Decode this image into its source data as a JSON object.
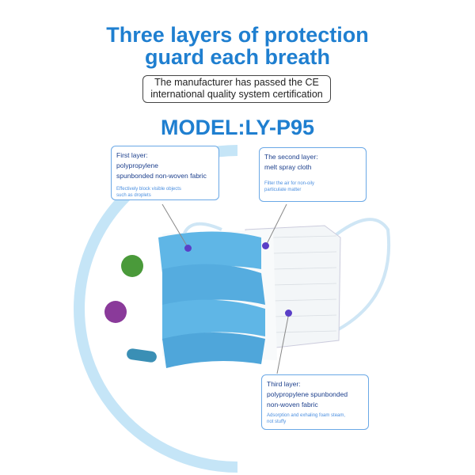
{
  "title": {
    "line1": "Three layers of protection",
    "line2": "guard each breath"
  },
  "certification": {
    "line1": "The manufacturer has passed the CE",
    "line2": "international quality system certification"
  },
  "model": "MODEL:LY-P95",
  "layers": [
    {
      "heading": "First layer:",
      "line1": "polypropylene",
      "line2": "spunbonded non-woven fabric",
      "note1": "Effectively block visible objects",
      "note2": "such as droplets"
    },
    {
      "heading": "The second layer:",
      "line1": "melt spray cloth",
      "note1": "Filter the air for non-oily",
      "note2": "particulate matter"
    },
    {
      "heading": "Third layer:",
      "line1": "polypropylene spunbonded",
      "line2": "non-woven fabric",
      "note1": "Adsorption and exhaling foam steam,",
      "note2": "not stuffy"
    }
  ],
  "colors": {
    "accent": "#1f7fd0",
    "mask_blue": "#5fb6e6"
  }
}
